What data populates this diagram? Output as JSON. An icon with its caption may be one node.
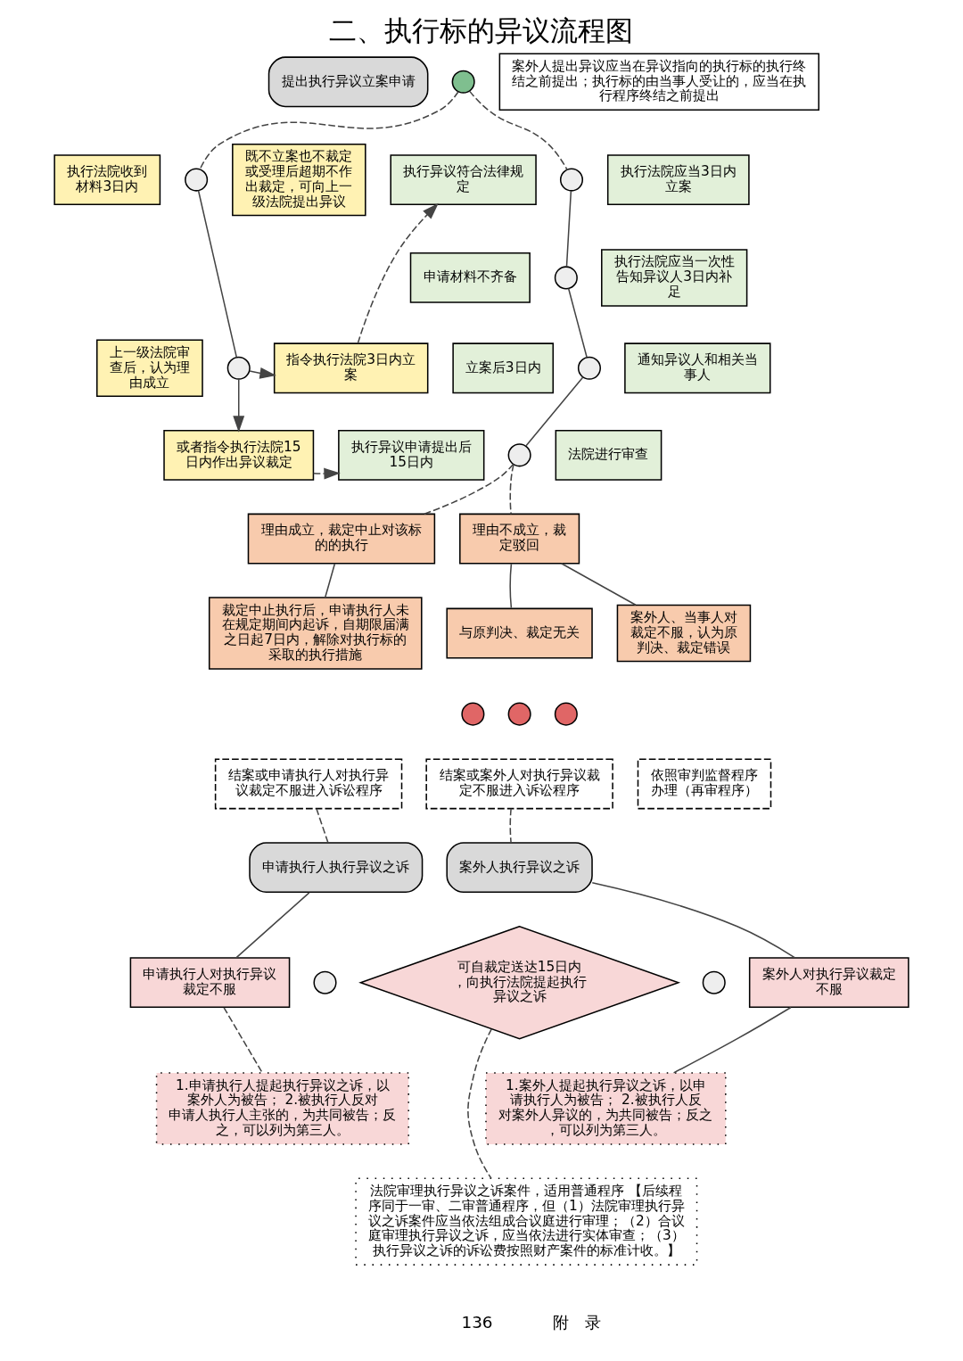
{
  "diagram": {
    "title": "二、执行标的异议流程图",
    "nodes": [
      {
        "text": [
          "提出执行异议立案申请"
        ]
      },
      {
        "text": [],
        "shape": "circle"
      },
      {
        "text": [
          "案外人提出异议应当在异议指向的执行标的执行终结之前提出；执行标的由当事人受让的，应当在执行程序终结之前提出"
        ]
      },
      {
        "text": [
          "执行法院收到材料3日内"
        ]
      },
      {
        "text": [],
        "shape": "circle"
      },
      {
        "text": [
          "既不立案也不裁定或受理后超期不作出裁定，可向上一级法院提出异议"
        ]
      },
      {
        "text": [
          "执行异议符合法律规定"
        ]
      },
      {
        "text": [],
        "shape": "circle"
      },
      {
        "text": [
          "执行法院应当3日内立案"
        ]
      },
      {
        "text": [
          "申请材料不齐备"
        ]
      },
      {
        "text": [],
        "shape": "circle"
      },
      {
        "text": [
          "执行法院应当一次性告知异议人3日内补足"
        ]
      },
      {
        "text": [
          "上一级法院审查后，认为理由成立"
        ]
      },
      {
        "text": [],
        "shape": "circle"
      },
      {
        "text": [
          "指令执行法院3日内立案"
        ]
      },
      {
        "text": [
          "立案后3日内"
        ]
      },
      {
        "text": [],
        "shape": "circle"
      },
      {
        "text": [
          "通知异议人和相关当事人"
        ]
      },
      {
        "text": [
          "或者指令执行法院15日内作出异议裁定"
        ]
      },
      {
        "text": [
          "执行异议申请提出后15日内"
        ]
      },
      {
        "text": [],
        "shape": "circle"
      },
      {
        "text": [
          "法院进行审查"
        ]
      },
      {
        "text": [
          "理由成立，裁定中止对该标的的执行"
        ]
      },
      {
        "text": [
          "理由不成立，裁定驳回"
        ]
      },
      {
        "text": [
          "裁定中止执行后，申请执行人未在规定期间内起诉，自期限届满之日起7日内，解除对执行标的采取的执行措施"
        ]
      },
      {
        "text": [
          "与原判决、裁定无关"
        ]
      },
      {
        "text": [
          "案外人、当事人对裁定不服，认为原判决、裁定错误"
        ]
      },
      {
        "text": [],
        "shape": "circle"
      },
      {
        "text": [
          "结案或申请执行人对执行异议裁定不服进入诉讼程序"
        ]
      },
      {
        "text": [],
        "shape": "circle"
      },
      {
        "text": [
          "结案或案外人对执行异议裁定不服进入诉讼程序"
        ]
      },
      {
        "text": [],
        "shape": "circle"
      },
      {
        "text": [
          "依照审判监督程序办理（再审程序）"
        ]
      },
      {
        "text": [
          "申请执行人执行异议之诉"
        ]
      },
      {
        "text": [
          "案外人执行异议之诉"
        ]
      },
      {
        "text": [
          "申请执行人对执行异议裁定不服"
        ]
      },
      {
        "text": [],
        "shape": "circle"
      },
      {
        "text": [
          "可自裁定送达15日内，向执行法院提起执行异议之诉"
        ]
      },
      {
        "text": [],
        "shape": "circle"
      },
      {
        "text": [
          "案外人对执行异议裁定不服"
        ]
      },
      {
        "text": [
          "1.申请执行人提起执行异议之诉，以案外人为被告； 2.被执行人反对申请人执行人主张的，为共同被告；反之，可以列为第三人。"
        ]
      },
      {
        "text": [
          "1.案外人提起执行异议之诉，以申请执行人为被告； 2.被执行人反对案外人异议的，为共同被告；反之，可以列为第三人。"
        ]
      },
      {
        "text": [
          "法院审理执行异议之诉案件，适用普通程序 【后续程序同于一审、二审普通程序，但（1）法院审理执行异议之诉案件应当依法组成合议庭进行审理；（2）合议庭审理执行异议之诉，应当依法进行实体审查；（3）执行异议之诉的诉讼费按照财产案件的标准计收。】"
        ]
      }
    ],
    "edges": [
      {
        "from": 1,
        "to": 4,
        "arrow": "none",
        "style": "dashed"
      },
      {
        "from": 1,
        "to": 7,
        "arrow": "none",
        "style": "dashed"
      },
      {
        "from": 4,
        "to": 13,
        "arrow": "none"
      },
      {
        "from": 13,
        "to": 14,
        "arrow": "to"
      },
      {
        "from": 13,
        "to": 18,
        "arrow": "to"
      },
      {
        "from": 14,
        "to": 6,
        "arrow": "to",
        "style": "dashed"
      },
      {
        "from": 18,
        "to": 19,
        "arrow": "to",
        "style": "dashed"
      },
      {
        "from": 7,
        "to": 10,
        "arrow": "none"
      },
      {
        "from": 10,
        "to": 16,
        "arrow": "none"
      },
      {
        "from": 16,
        "to": 20,
        "arrow": "none"
      },
      {
        "from": 20,
        "to": 22,
        "arrow": "none",
        "style": "dashed"
      },
      {
        "from": 20,
        "to": 23,
        "arrow": "none",
        "style": "dashed"
      },
      {
        "from": 22,
        "to": 24,
        "arrow": "none"
      },
      {
        "from": 23,
        "to": 25,
        "arrow": "none"
      },
      {
        "from": 23,
        "to": 26,
        "arrow": "none"
      },
      {
        "from": 28,
        "to": 33,
        "arrow": "none",
        "style": "dashed"
      },
      {
        "from": 30,
        "to": 34,
        "arrow": "none",
        "style": "dashed"
      },
      {
        "from": 33,
        "to": 35,
        "arrow": "none"
      },
      {
        "from": 34,
        "to": 39,
        "arrow": "none"
      },
      {
        "from": 35,
        "to": 40,
        "arrow": "none",
        "style": "dashed"
      },
      {
        "from": 39,
        "to": 41,
        "arrow": "none"
      },
      {
        "from": 37,
        "to": 42,
        "arrow": "none",
        "style": "dashed"
      }
    ],
    "labels": [
      "136",
      "附　录"
    ]
  }
}
